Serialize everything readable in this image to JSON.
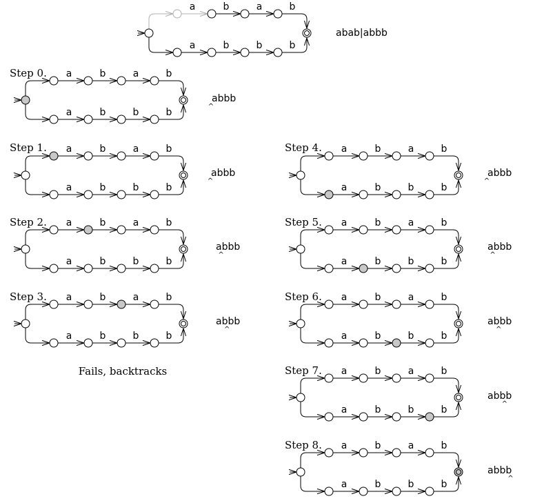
{
  "regex": "abab|abbb",
  "alternatives": [
    {
      "name": "top-path",
      "labels": [
        "a",
        "b",
        "a",
        "b"
      ]
    },
    {
      "name": "bottom-path",
      "labels": [
        "a",
        "b",
        "b",
        "b"
      ]
    }
  ],
  "input": "abbb",
  "failure_caption": "Fails, backtracks",
  "colors": {
    "active_fill": "#c8c8c8",
    "node_fill": "#ffffff",
    "stroke": "#000000",
    "faint_stroke": "#b0b0b0"
  },
  "steps": [
    {
      "label": "Step 0.",
      "active": "start",
      "caret_index": 0
    },
    {
      "label": "Step 1.",
      "active": "top-1",
      "caret_index": 0
    },
    {
      "label": "Step 2.",
      "active": "top-2",
      "caret_index": 1
    },
    {
      "label": "Step 3.",
      "active": "top-3",
      "caret_index": 2
    },
    {
      "label": "Step 4.",
      "active": "bottom-1",
      "caret_index": 0
    },
    {
      "label": "Step 5.",
      "active": "bottom-2",
      "caret_index": 1
    },
    {
      "label": "Step 6.",
      "active": "bottom-3",
      "caret_index": 2
    },
    {
      "label": "Step 7.",
      "active": "bottom-4",
      "caret_index": 3
    },
    {
      "label": "Step 8.",
      "active": "accept",
      "caret_index": 4
    }
  ]
}
